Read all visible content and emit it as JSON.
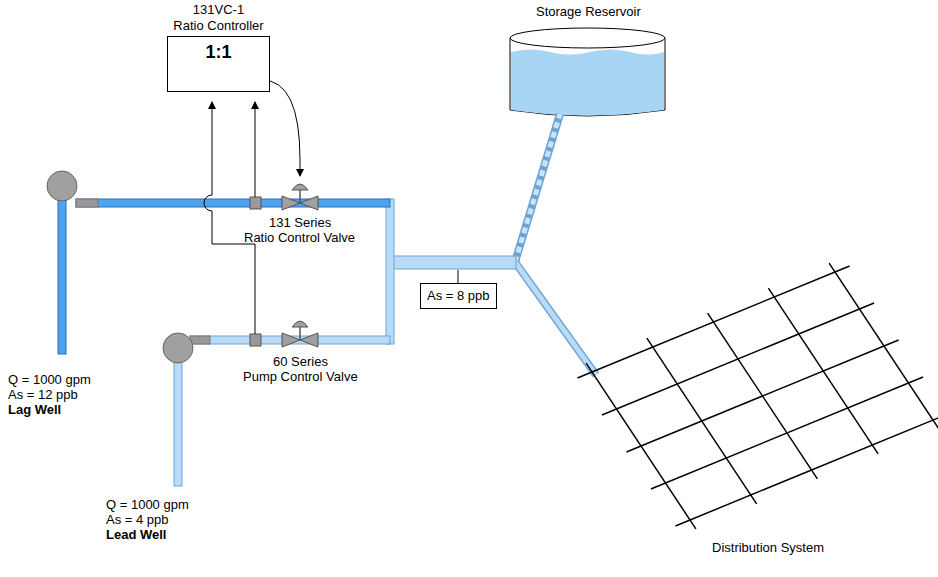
{
  "diagram": {
    "nodes": [
      {
        "text": [
          "131VC-1",
          "Ratio Controller",
          "1:1"
        ]
      },
      {
        "text": [
          "As = 8 ppb"
        ]
      }
    ],
    "labels": [
      "Storage Reservoir",
      "131 Series",
      "Ratio Control Valve",
      "60 Series",
      "Pump Control Valve",
      "Q = 1000 gpm",
      "As = 12 ppb",
      "Lag Well",
      "Q = 1000 gpm",
      "As = 4 ppb",
      "Lead Well",
      "Distribution System"
    ]
  }
}
